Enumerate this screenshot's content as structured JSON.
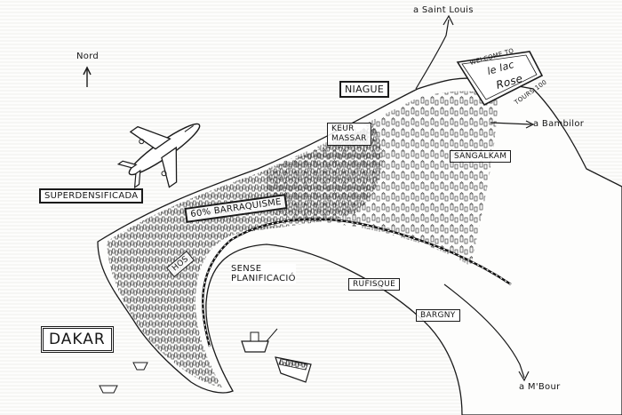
{
  "labels": {
    "saint_louis": "a Saint Louis",
    "nord": "Nord",
    "niague": "NIAGUE",
    "welcome_line1": "WELCOME TO",
    "welcome_line2": "le lac",
    "welcome_line3": "Rose",
    "tours": "TOURS 100",
    "bambilor": "a Bambilor",
    "keur_massar_1": "KEUR",
    "keur_massar_2": "MASSAR",
    "sangalkam": "SANGALKAM",
    "superdensificada": "SUPERDENSIFICADA",
    "barraquisme": "60% BARRAQUISME",
    "hos": "HOS",
    "sense_1": "SENSE",
    "sense_2": "PLANIFICACIÓ",
    "rufisque": "RUFISQUE",
    "bargny": "BARGNY",
    "dakar": "DAKAR",
    "mbour": "a M'Bour"
  },
  "colors": {
    "ink": "#1b1b1b",
    "paper": "#fdfdfc",
    "water": "#c9c9c9"
  },
  "icons": [
    "airplane-icon",
    "north-arrow-icon",
    "ship-icon",
    "railway-icon"
  ]
}
